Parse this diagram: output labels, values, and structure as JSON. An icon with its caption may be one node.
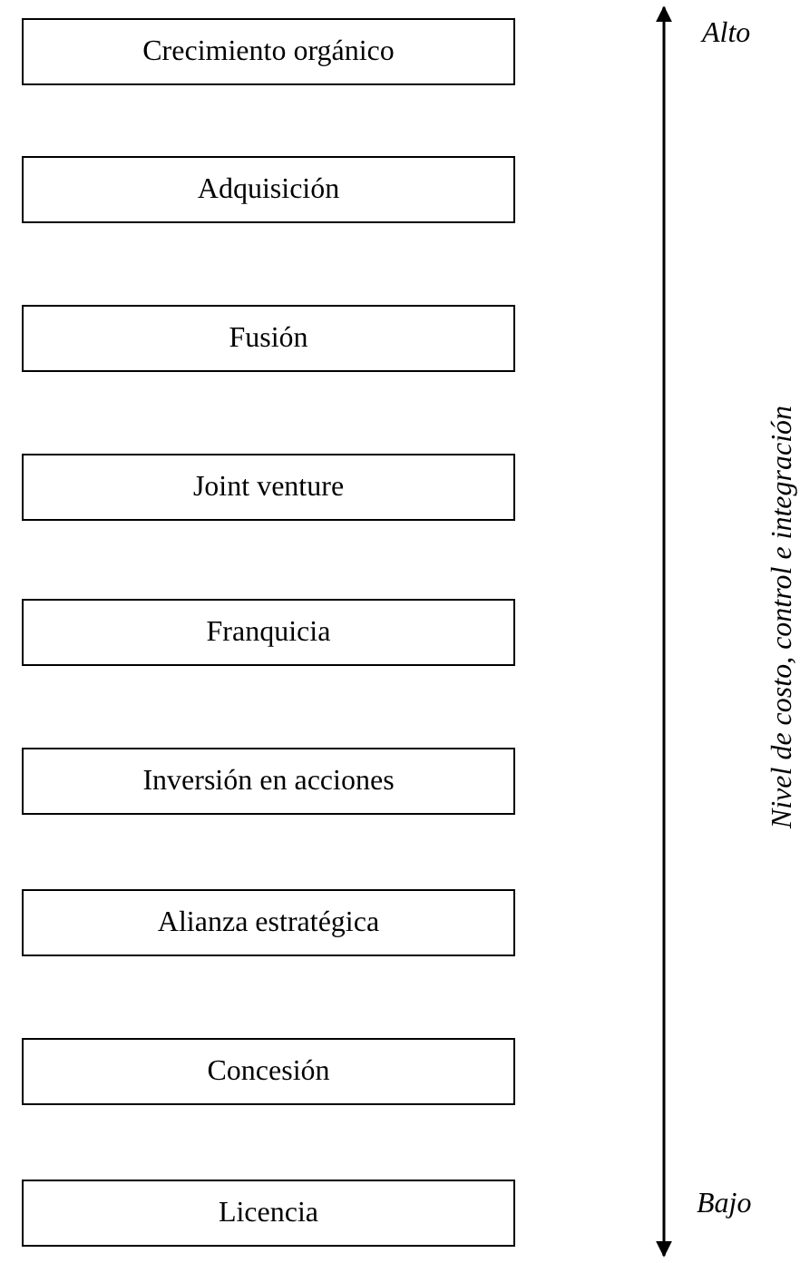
{
  "diagram": {
    "nodes": [
      {
        "text": [
          "Crecimiento orgánico"
        ]
      },
      {
        "text": [
          "Adquisición"
        ]
      },
      {
        "text": [
          "Fusión"
        ]
      },
      {
        "text": [
          "Joint venture"
        ]
      },
      {
        "text": [
          "Franquicia"
        ]
      },
      {
        "text": [
          "Inversión en acciones"
        ]
      },
      {
        "text": [
          "Alianza estratégica"
        ]
      },
      {
        "text": [
          "Concesión"
        ]
      },
      {
        "text": [
          "Licencia"
        ]
      }
    ],
    "labels": [
      "Alto",
      "Nivel de costo, control e integración",
      "Bajo"
    ]
  }
}
